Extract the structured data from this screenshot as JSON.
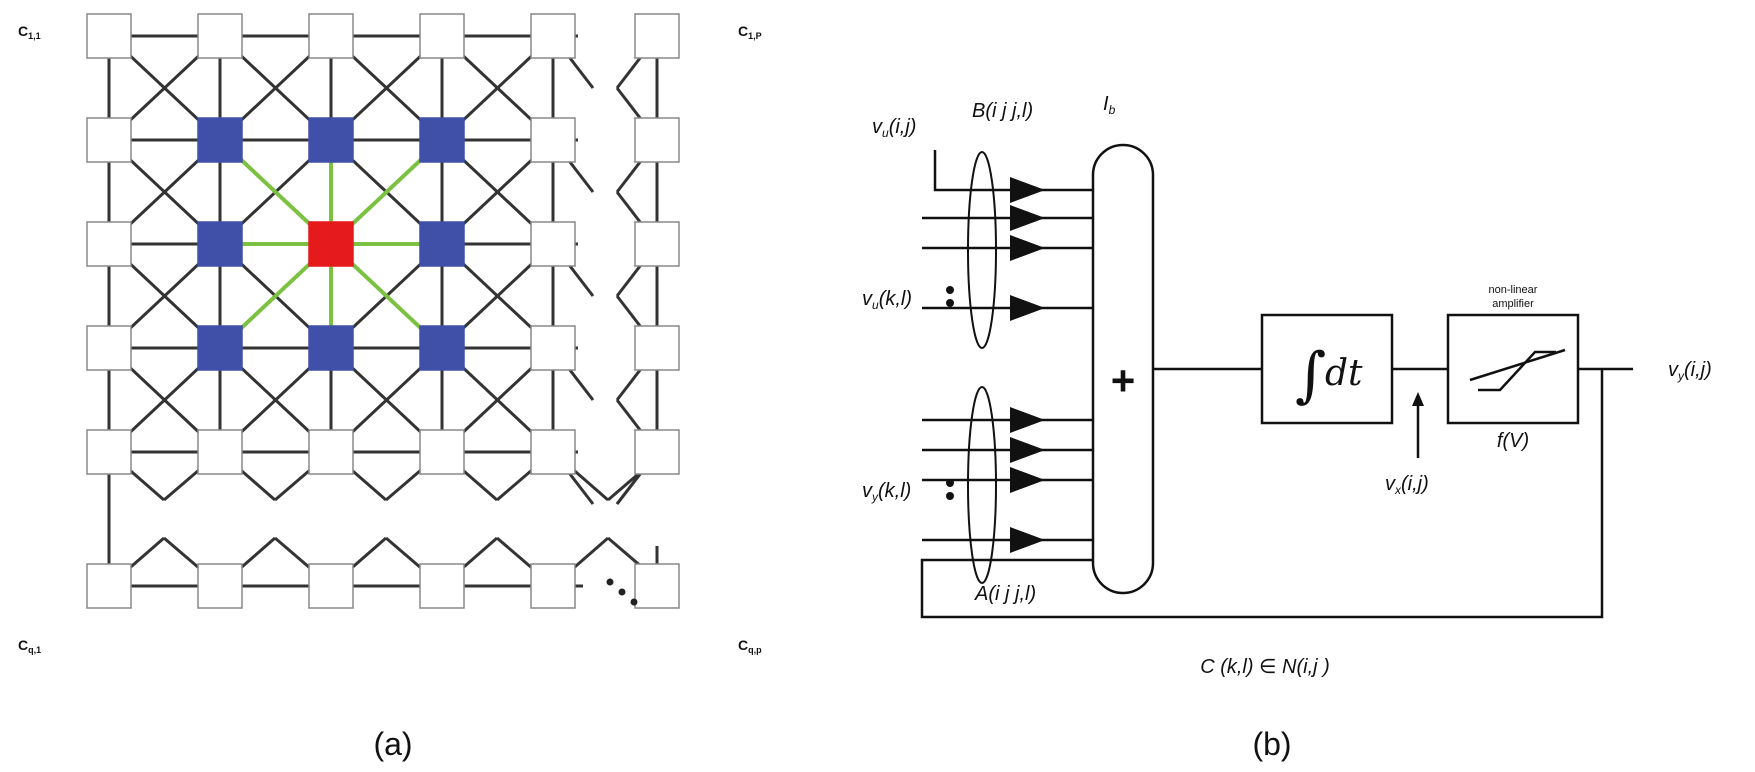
{
  "panel_a": {
    "caption": "(a)",
    "corners": {
      "top_left": "C",
      "top_left_sub": "1,1",
      "top_right": "C",
      "top_right_sub": "1,P",
      "bottom_left": "C",
      "bottom_left_sub": "q,1",
      "bottom_right": "C",
      "bottom_right_sub": "q,p"
    },
    "colors": {
      "center_cell": "#e41a1c",
      "neighbor_cell": "#4050a8",
      "neighbor_link": "#7cc242",
      "cell": "#ffffff",
      "wire": "#333333"
    },
    "ellipsis": "⋱"
  },
  "panel_b": {
    "caption": "(b)",
    "input_u_top": "v",
    "input_u_top_sub": "u",
    "input_u_top_arg": "(i,j)",
    "template_b": "B(i j j,l)",
    "bias": "I",
    "bias_sub": "b",
    "input_u_kl": "v",
    "input_u_kl_sub": "u",
    "input_u_kl_arg": "(k,l)",
    "input_y_kl": "v",
    "input_y_kl_sub": "y",
    "input_y_kl_arg": "(k,l)",
    "template_a": "A(i j j,l)",
    "summer": "+",
    "integrator_sign": "∫",
    "integrator_dt": "dt",
    "amp_label_line1": "non-linear",
    "amp_label_line2": "amplifier",
    "amp_func": "f(V)",
    "state": "v",
    "state_sub": "x",
    "state_arg": "(i,j)",
    "output": "v",
    "output_sub": "y",
    "output_arg": "(i,j)",
    "neighborhood": "C (k,l) ∈ N(i,j )"
  }
}
